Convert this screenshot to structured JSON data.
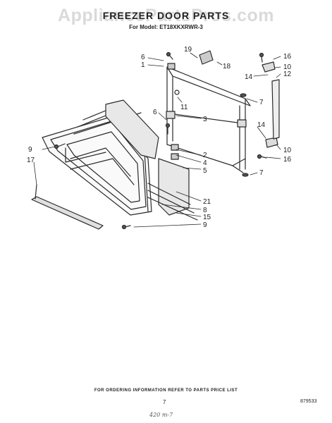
{
  "header": {
    "watermark": "AppliancePartsPros.com",
    "title": "FREEZER DOOR PARTS",
    "model": "For Model: ET18XKXRWR-3"
  },
  "callouts": [
    "19",
    "18",
    "16",
    "10",
    "6",
    "1",
    "14",
    "12",
    "7",
    "11",
    "3",
    "6",
    "14",
    "9",
    "2",
    "4",
    "5",
    "10",
    "16",
    "7",
    "17",
    "21",
    "8",
    "15",
    "9"
  ],
  "footer": {
    "ordering_note": "FOR ORDERING INFORMATION REFER TO PARTS PRICE LIST",
    "page_number": "7",
    "document_code": "879533",
    "handwritten_note": "420 m-7"
  }
}
